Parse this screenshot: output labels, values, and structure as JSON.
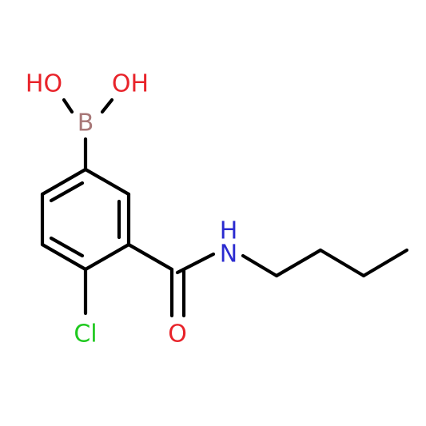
{
  "molecule": {
    "atoms": {
      "oh_left": {
        "label": "HO",
        "color": "#e8232a"
      },
      "oh_right": {
        "label": "OH",
        "color": "#e8232a"
      },
      "boron": {
        "label": "B",
        "color": "#a87878"
      },
      "chlorine": {
        "label": "Cl",
        "color": "#1fc91f"
      },
      "amide_nh": {
        "label": "H",
        "color": "#2b2bd0"
      },
      "amide_n": {
        "label": "N",
        "color": "#2b2bd0"
      },
      "carbonyl_o": {
        "label": "O",
        "color": "#e8232a"
      }
    },
    "bond_color": "#000000"
  }
}
